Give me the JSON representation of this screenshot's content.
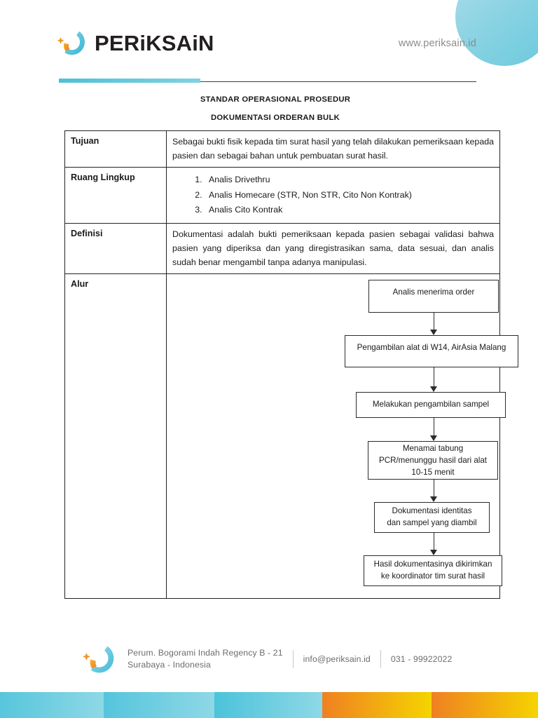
{
  "header": {
    "brand": "PERiKSAiN",
    "logo_icon": "periksain-circle-logo",
    "website": "www.periksain.id"
  },
  "document": {
    "title_line_1": "STANDAR OPERASIONAL PROSEDUR",
    "title_line_2": "DOKUMENTASI ORDERAN BULK"
  },
  "table": {
    "rows": [
      {
        "label": "Tujuan",
        "text": "Sebagai bukti fisik kepada tim surat hasil yang telah dilakukan pemeriksaan kepada pasien dan sebagai bahan untuk pembuatan surat hasil."
      },
      {
        "label": "Ruang Lingkup",
        "items": [
          "Analis Drivethru",
          "Analis Homecare (STR, Non STR, Cito Non Kontrak)",
          "Analis Cito  Kontrak"
        ]
      },
      {
        "label": "Definisi",
        "text": "Dokumentasi adalah bukti pemeriksaan kepada pasien sebagai validasi bahwa pasien yang diperiksa dan yang diregistrasikan sama, data sesuai, dan analis sudah benar mengambil tanpa adanya manipulasi."
      },
      {
        "label": "Alur"
      }
    ]
  },
  "flowchart": {
    "steps": [
      "Analis menerima order",
      "Pengambilan alat di W14, AirAsia Malang",
      "Melakukan pengambilan sampel",
      "Menamai tabung\nPCR/menunggu hasil dari alat\n10-15 menit",
      "Dokumentasi identitas\ndan sampel yang diambil",
      "Hasil dokumentasinya dikirimkan\nke koordinator tim surat hasil"
    ]
  },
  "footer": {
    "logo_icon": "periksain-circle-logo",
    "address": "Perum. Bogorami Indah Regency B - 21\nSurabaya - Indonesia",
    "email": "info@periksain.id",
    "phone": "031 - 99922022"
  },
  "colors": {
    "cyan": "#5fc8dc",
    "cyan_light": "#8ed8e6",
    "orange": "#ef8022",
    "yellow": "#f5d400",
    "dark_text": "#1a1a1a",
    "gray_text": "#6d6d6d"
  },
  "bottom_bar": {
    "segments": [
      {
        "name": "cyan-1",
        "from": "#57c6dc",
        "to": "#8ed8e6",
        "width": 148
      },
      {
        "name": "cyan-2",
        "from": "#55c5dc",
        "to": "#8ed8e6",
        "width": 158
      },
      {
        "name": "cyan-3",
        "from": "#4cc3da",
        "to": "#8ed8e6",
        "width": 154
      },
      {
        "name": "orange-1",
        "from": "#ef8022",
        "to": "#f5d400",
        "width": 156
      },
      {
        "name": "orange-2",
        "from": "#ef8022",
        "to": "#f5d400",
        "width": 152
      }
    ]
  }
}
